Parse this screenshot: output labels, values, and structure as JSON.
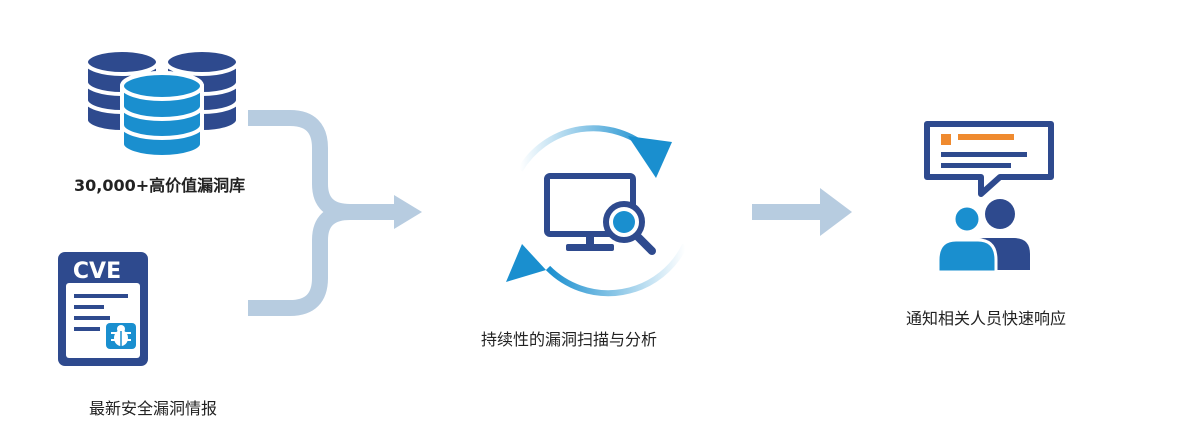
{
  "flow": {
    "source_database": {
      "label": "30,000+高价值漏洞库",
      "icon": "database-icon"
    },
    "source_cve": {
      "label": "最新安全漏洞情报",
      "badge": "CVE",
      "icon": "cve-document-icon"
    },
    "scan": {
      "label": "持续性的漏洞扫描与分析",
      "icon": "monitor-search-icon"
    },
    "notify": {
      "label": "通知相关人员快速响应",
      "icon": "people-message-icon"
    }
  },
  "colors": {
    "navy": "#2e4a8e",
    "blue": "#1a8fcf",
    "arrow": "#b7cce0",
    "orange": "#ef8a2f"
  }
}
